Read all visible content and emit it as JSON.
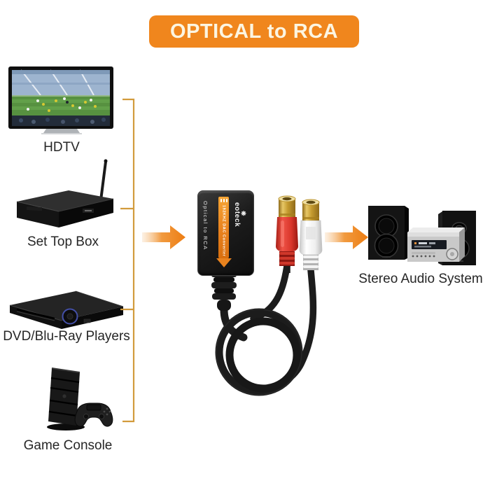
{
  "banner": {
    "title": "OPTICAL to RCA"
  },
  "sources": [
    {
      "id": "hdtv",
      "label": "HDTV"
    },
    {
      "id": "set-top-box",
      "label": "Set Top Box"
    },
    {
      "id": "dvd-bluray",
      "label": "DVD/Blu-Ray Players"
    },
    {
      "id": "game-console",
      "label": "Game Console"
    }
  ],
  "converter": {
    "brand_logo_glyph": "❋",
    "brand": "eoteck",
    "arrow_label": "192KHZ DAC Converter",
    "product_label": "Optical to RCA"
  },
  "destination": {
    "label": "Stereo Audio System"
  },
  "icons": {
    "flow_arrow": "right-arrow",
    "grouping": "bracket"
  },
  "colors": {
    "accent_orange": "#F0861D",
    "bracket_gold": "#D29B3C",
    "rca_red": "#D8352A",
    "rca_white": "#F2F2F2",
    "gold_plate": "#D4A938",
    "device_black": "#161616"
  }
}
